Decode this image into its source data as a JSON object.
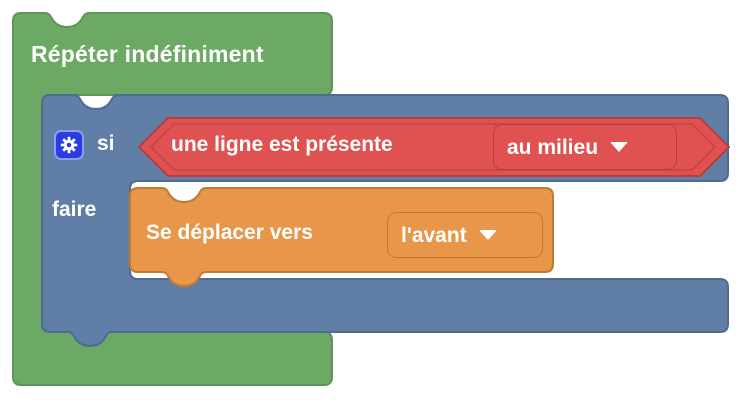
{
  "workspace": {
    "name": "blockly-workspace",
    "background": "#ffffff"
  },
  "blocks": {
    "repeat_forever": {
      "label": "Répéter indéfiniment",
      "color": "#6ba965",
      "stroke": "#5d9458",
      "type": "c-block-loop"
    },
    "if_do": {
      "if_label": "si",
      "do_label": "faire",
      "color": "#607ea6",
      "stroke": "#4e6b90",
      "type": "c-block-conditional",
      "mutator_icon": "gear-icon"
    },
    "condition": {
      "label": "une ligne est présente",
      "color": "#e05252",
      "stroke": "#b73e3e",
      "type": "boolean-hexagon",
      "field": {
        "name": "position-dropdown",
        "value": "au milieu",
        "arrow": "chevron-down-icon"
      }
    },
    "move": {
      "label": "Se déplacer vers",
      "color": "#e8974a",
      "stroke": "#c07a34",
      "type": "statement-block",
      "field": {
        "name": "direction-dropdown",
        "value": "l'avant",
        "arrow": "chevron-down-icon"
      }
    }
  }
}
